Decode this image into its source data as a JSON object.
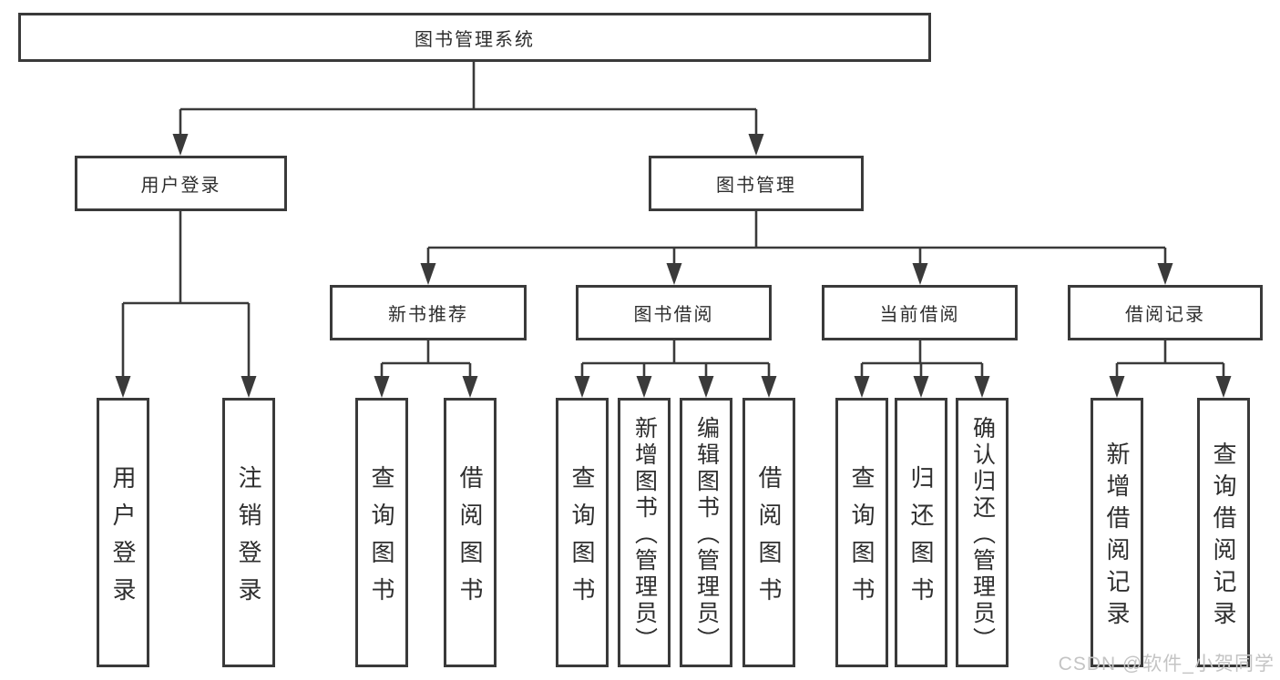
{
  "tree": {
    "root": "图书管理系统",
    "branches": [
      {
        "label": "用户登录",
        "children": [
          "用户登录",
          "注销登录"
        ]
      },
      {
        "label": "图书管理",
        "children": [
          {
            "label": "新书推荐",
            "children": [
              "查询图书",
              "借阅图书"
            ]
          },
          {
            "label": "图书借阅",
            "children": [
              "查询图书",
              "新增图书（管理员）",
              "编辑图书（管理员）",
              "借阅图书"
            ]
          },
          {
            "label": "当前借阅",
            "children": [
              "查询图书",
              "归还图书",
              "确认归还（管理员）"
            ]
          },
          {
            "label": "借阅记录",
            "children": [
              "新增借阅记录",
              "查询借阅记录"
            ]
          }
        ]
      }
    ]
  },
  "watermark": "CSDN @软件_小贺同学",
  "colors": {
    "line": "#3a3a3a",
    "box_border": "#3a3a3a",
    "text": "#2e2e2e",
    "watermark": "#c4c4c4",
    "background": "#ffffff"
  }
}
